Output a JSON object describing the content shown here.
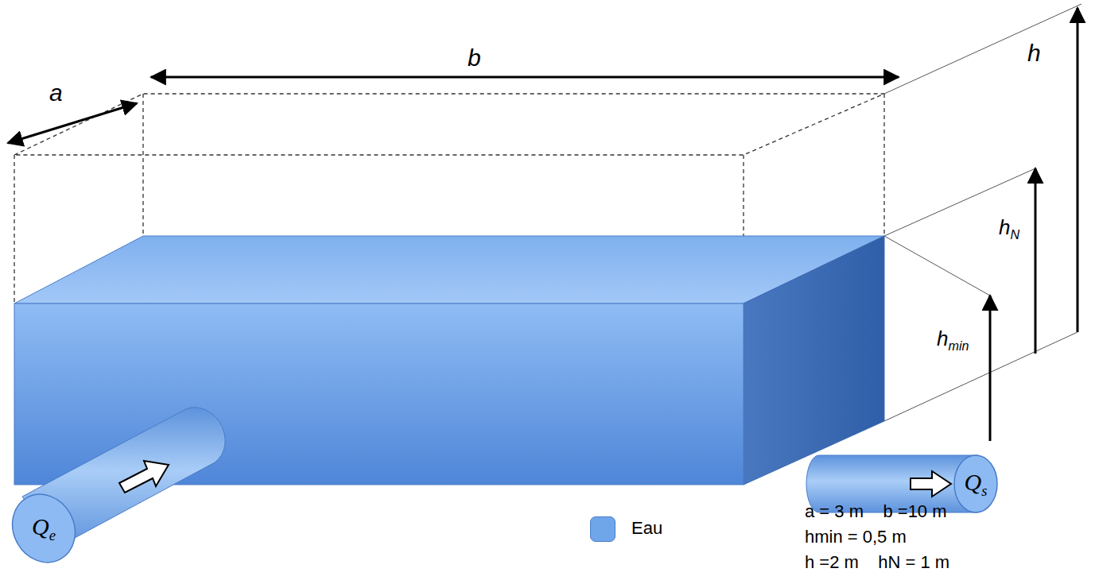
{
  "diagram": {
    "nodes": [
      {
        "text": [
          "Qe"
        ]
      },
      {
        "text": [
          "Qs"
        ]
      }
    ],
    "labels": [
      "a",
      "b",
      "h",
      "hN",
      "hmin",
      "a = 3 m    b =10 m",
      "hmin = 0,5 m",
      "h =2 m    hN = 1 m"
    ],
    "legend": [
      {
        "text": "Eau",
        "color": "#6fa6ea"
      }
    ]
  }
}
